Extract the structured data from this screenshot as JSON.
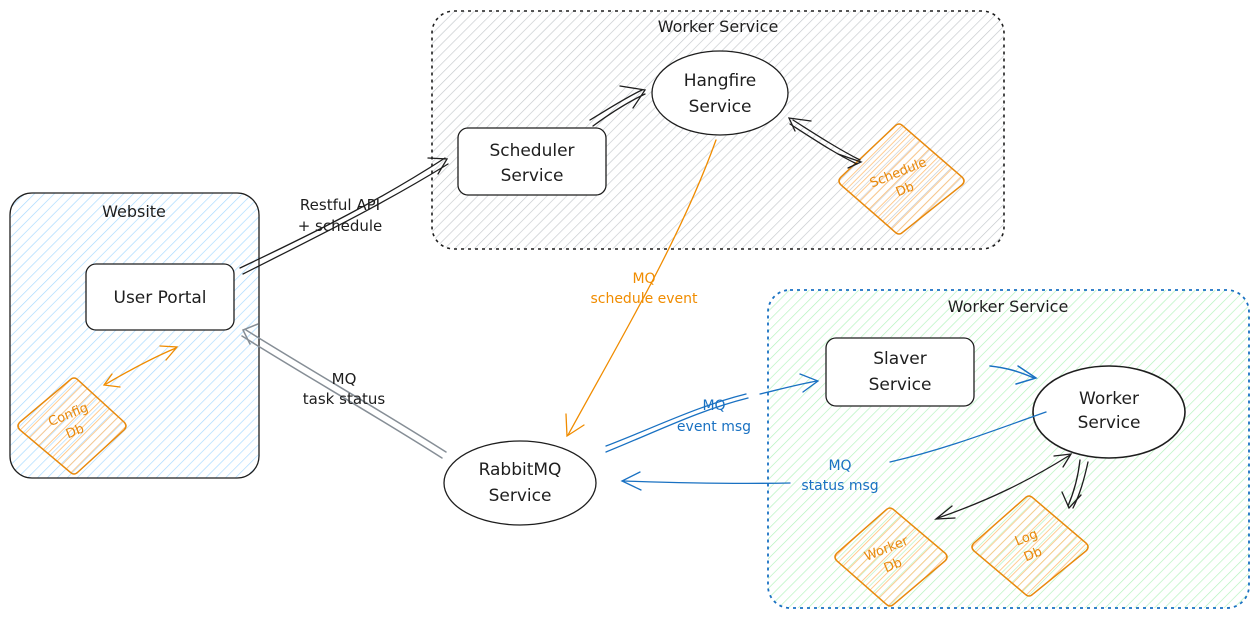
{
  "groups": {
    "website": {
      "title": "Website"
    },
    "scheduler_worker": {
      "title": "Worker Service"
    },
    "slave_worker": {
      "title": "Worker Service"
    }
  },
  "nodes": {
    "user_portal": {
      "label": "User Portal"
    },
    "scheduler": {
      "line1": "Scheduler",
      "line2": "Service"
    },
    "hangfire": {
      "line1": "Hangfire",
      "line2": "Service"
    },
    "rabbitmq": {
      "line1": "RabbitMQ",
      "line2": "Service"
    },
    "slaver": {
      "line1": "Slaver",
      "line2": "Service"
    },
    "worker": {
      "line1": "Worker",
      "line2": "Service"
    }
  },
  "databases": {
    "config": {
      "line1": "Config",
      "line2": "Db"
    },
    "schedule": {
      "line1": "Schedule",
      "line2": "Db"
    },
    "worker": {
      "line1": "Worker",
      "line2": "Db"
    },
    "log": {
      "line1": "Log",
      "line2": "Db"
    }
  },
  "edge_labels": {
    "restful": {
      "line1": "Restful API",
      "line2": "+ schedule"
    },
    "task_status": {
      "line1": "MQ",
      "line2": "task status"
    },
    "schedule_event": {
      "line1": "MQ",
      "line2": "schedule event"
    },
    "event_msg": {
      "line1": "MQ",
      "line2": "event msg"
    },
    "status_msg": {
      "line1": "MQ",
      "line2": "status msg"
    }
  },
  "colors": {
    "stroke": "#1e1e1e",
    "orange": "#f08c00",
    "blue": "#1971c2",
    "website_fill": "#a5d8ff",
    "scheduler_fill": "#adb5bd",
    "slave_fill": "#b2f2bb",
    "db_fill": "#ffc078"
  }
}
